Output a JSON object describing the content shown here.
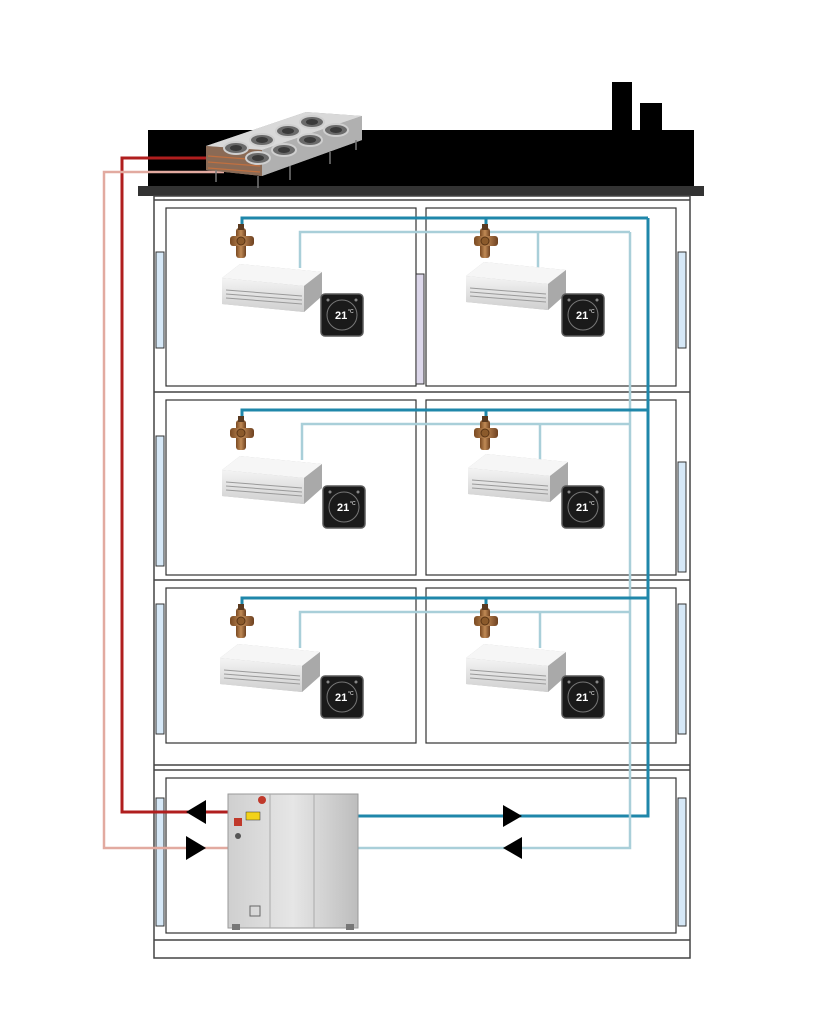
{
  "colors": {
    "supply_hot": "#b01e1e",
    "return_hot": "#e2aaa0",
    "supply_cool": "#1f87aa",
    "return_cool": "#a9cfd9",
    "roof": "#000000",
    "wall": "#444444",
    "window": "#d6e8f7",
    "unit_body": "#d7d7d7"
  },
  "icons": {
    "roof_cooler": "dry-cooler-icon",
    "plant": "heat-pump-icon",
    "valve": "valve-icon",
    "fan_coil": "fan-coil-icon",
    "thermostat": "thermostat-icon",
    "arrow": "flow-arrow-icon"
  },
  "thermostats": [
    {
      "value": "21",
      "unit": "°C"
    },
    {
      "value": "21",
      "unit": "°C"
    },
    {
      "value": "21",
      "unit": "°C"
    },
    {
      "value": "21",
      "unit": "°C"
    },
    {
      "value": "21",
      "unit": "°C"
    },
    {
      "value": "21",
      "unit": "°C"
    }
  ]
}
